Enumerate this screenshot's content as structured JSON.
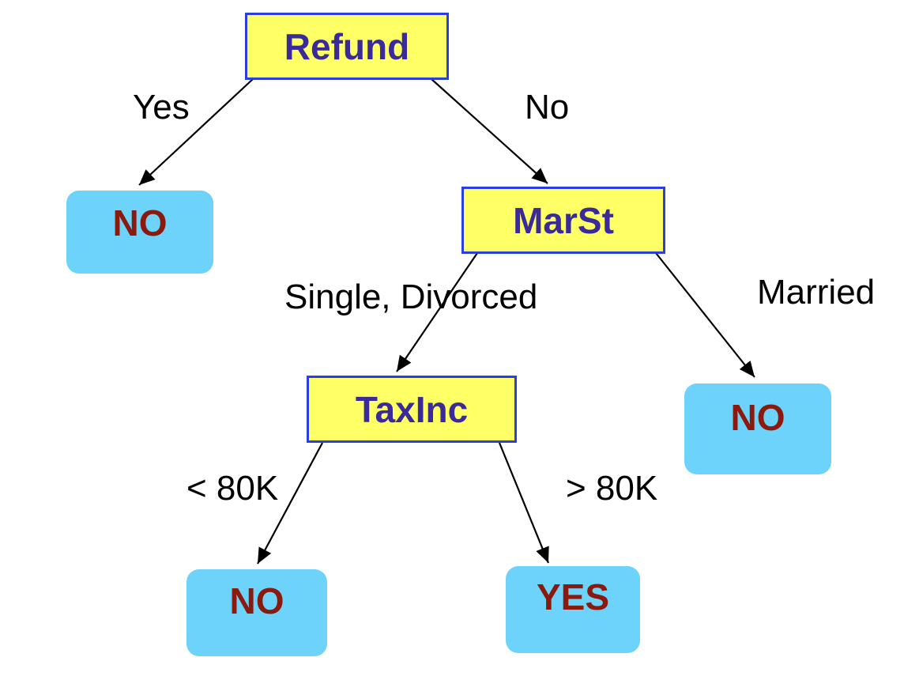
{
  "nodes": {
    "refund": "Refund",
    "refund_yes_leaf": "NO",
    "marst": "MarSt",
    "marst_married_leaf": "NO",
    "taxinc": "TaxInc",
    "taxinc_low_leaf": "NO",
    "taxinc_high_leaf": "YES"
  },
  "edges": {
    "refund_yes": "Yes",
    "refund_no": "No",
    "marst_single_divorced": "Single, Divorced",
    "marst_married": "Married",
    "taxinc_low": "< 80K",
    "taxinc_high": "> 80K"
  },
  "colors": {
    "decision_fill": "#ffff66",
    "decision_border": "#2b3fe0",
    "decision_text": "#3a2a9a",
    "leaf_fill": "#6dd3fa",
    "leaf_text": "#8b1a0e",
    "edge": "#000000"
  }
}
